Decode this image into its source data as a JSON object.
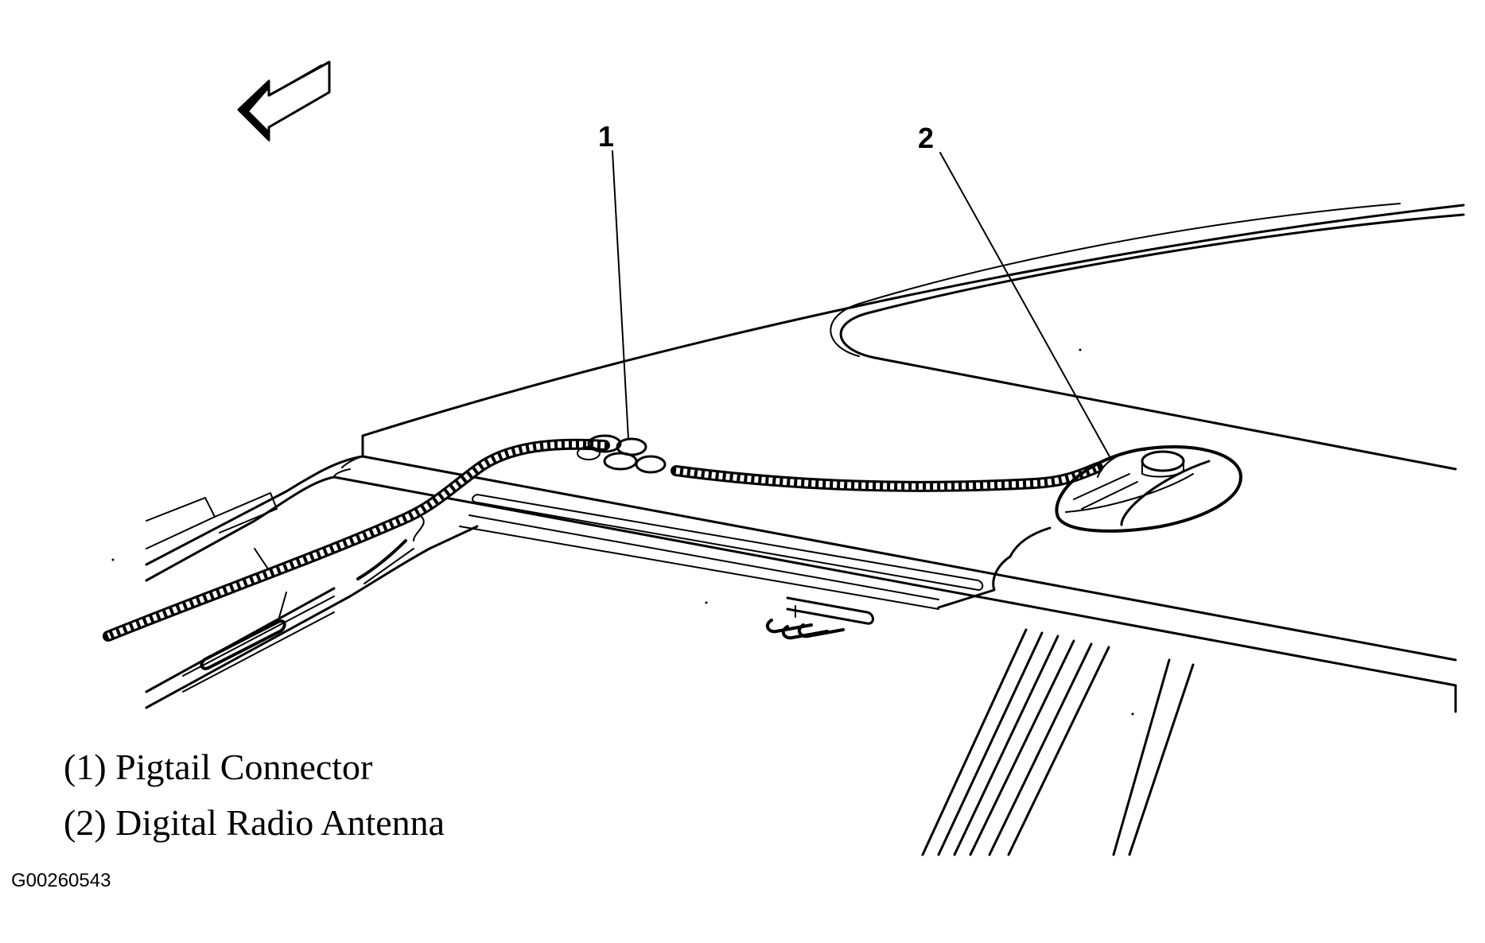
{
  "callouts": [
    {
      "number": "1",
      "label": "Pigtail Connector"
    },
    {
      "number": "2",
      "label": "Digital Radio Antenna"
    }
  ],
  "legend": [
    "(1) Pigtail Connector",
    "(2) Digital Radio Antenna"
  ],
  "figure_id": "G00260543",
  "icons": {
    "direction_arrow": "front-direction-arrow-icon"
  }
}
